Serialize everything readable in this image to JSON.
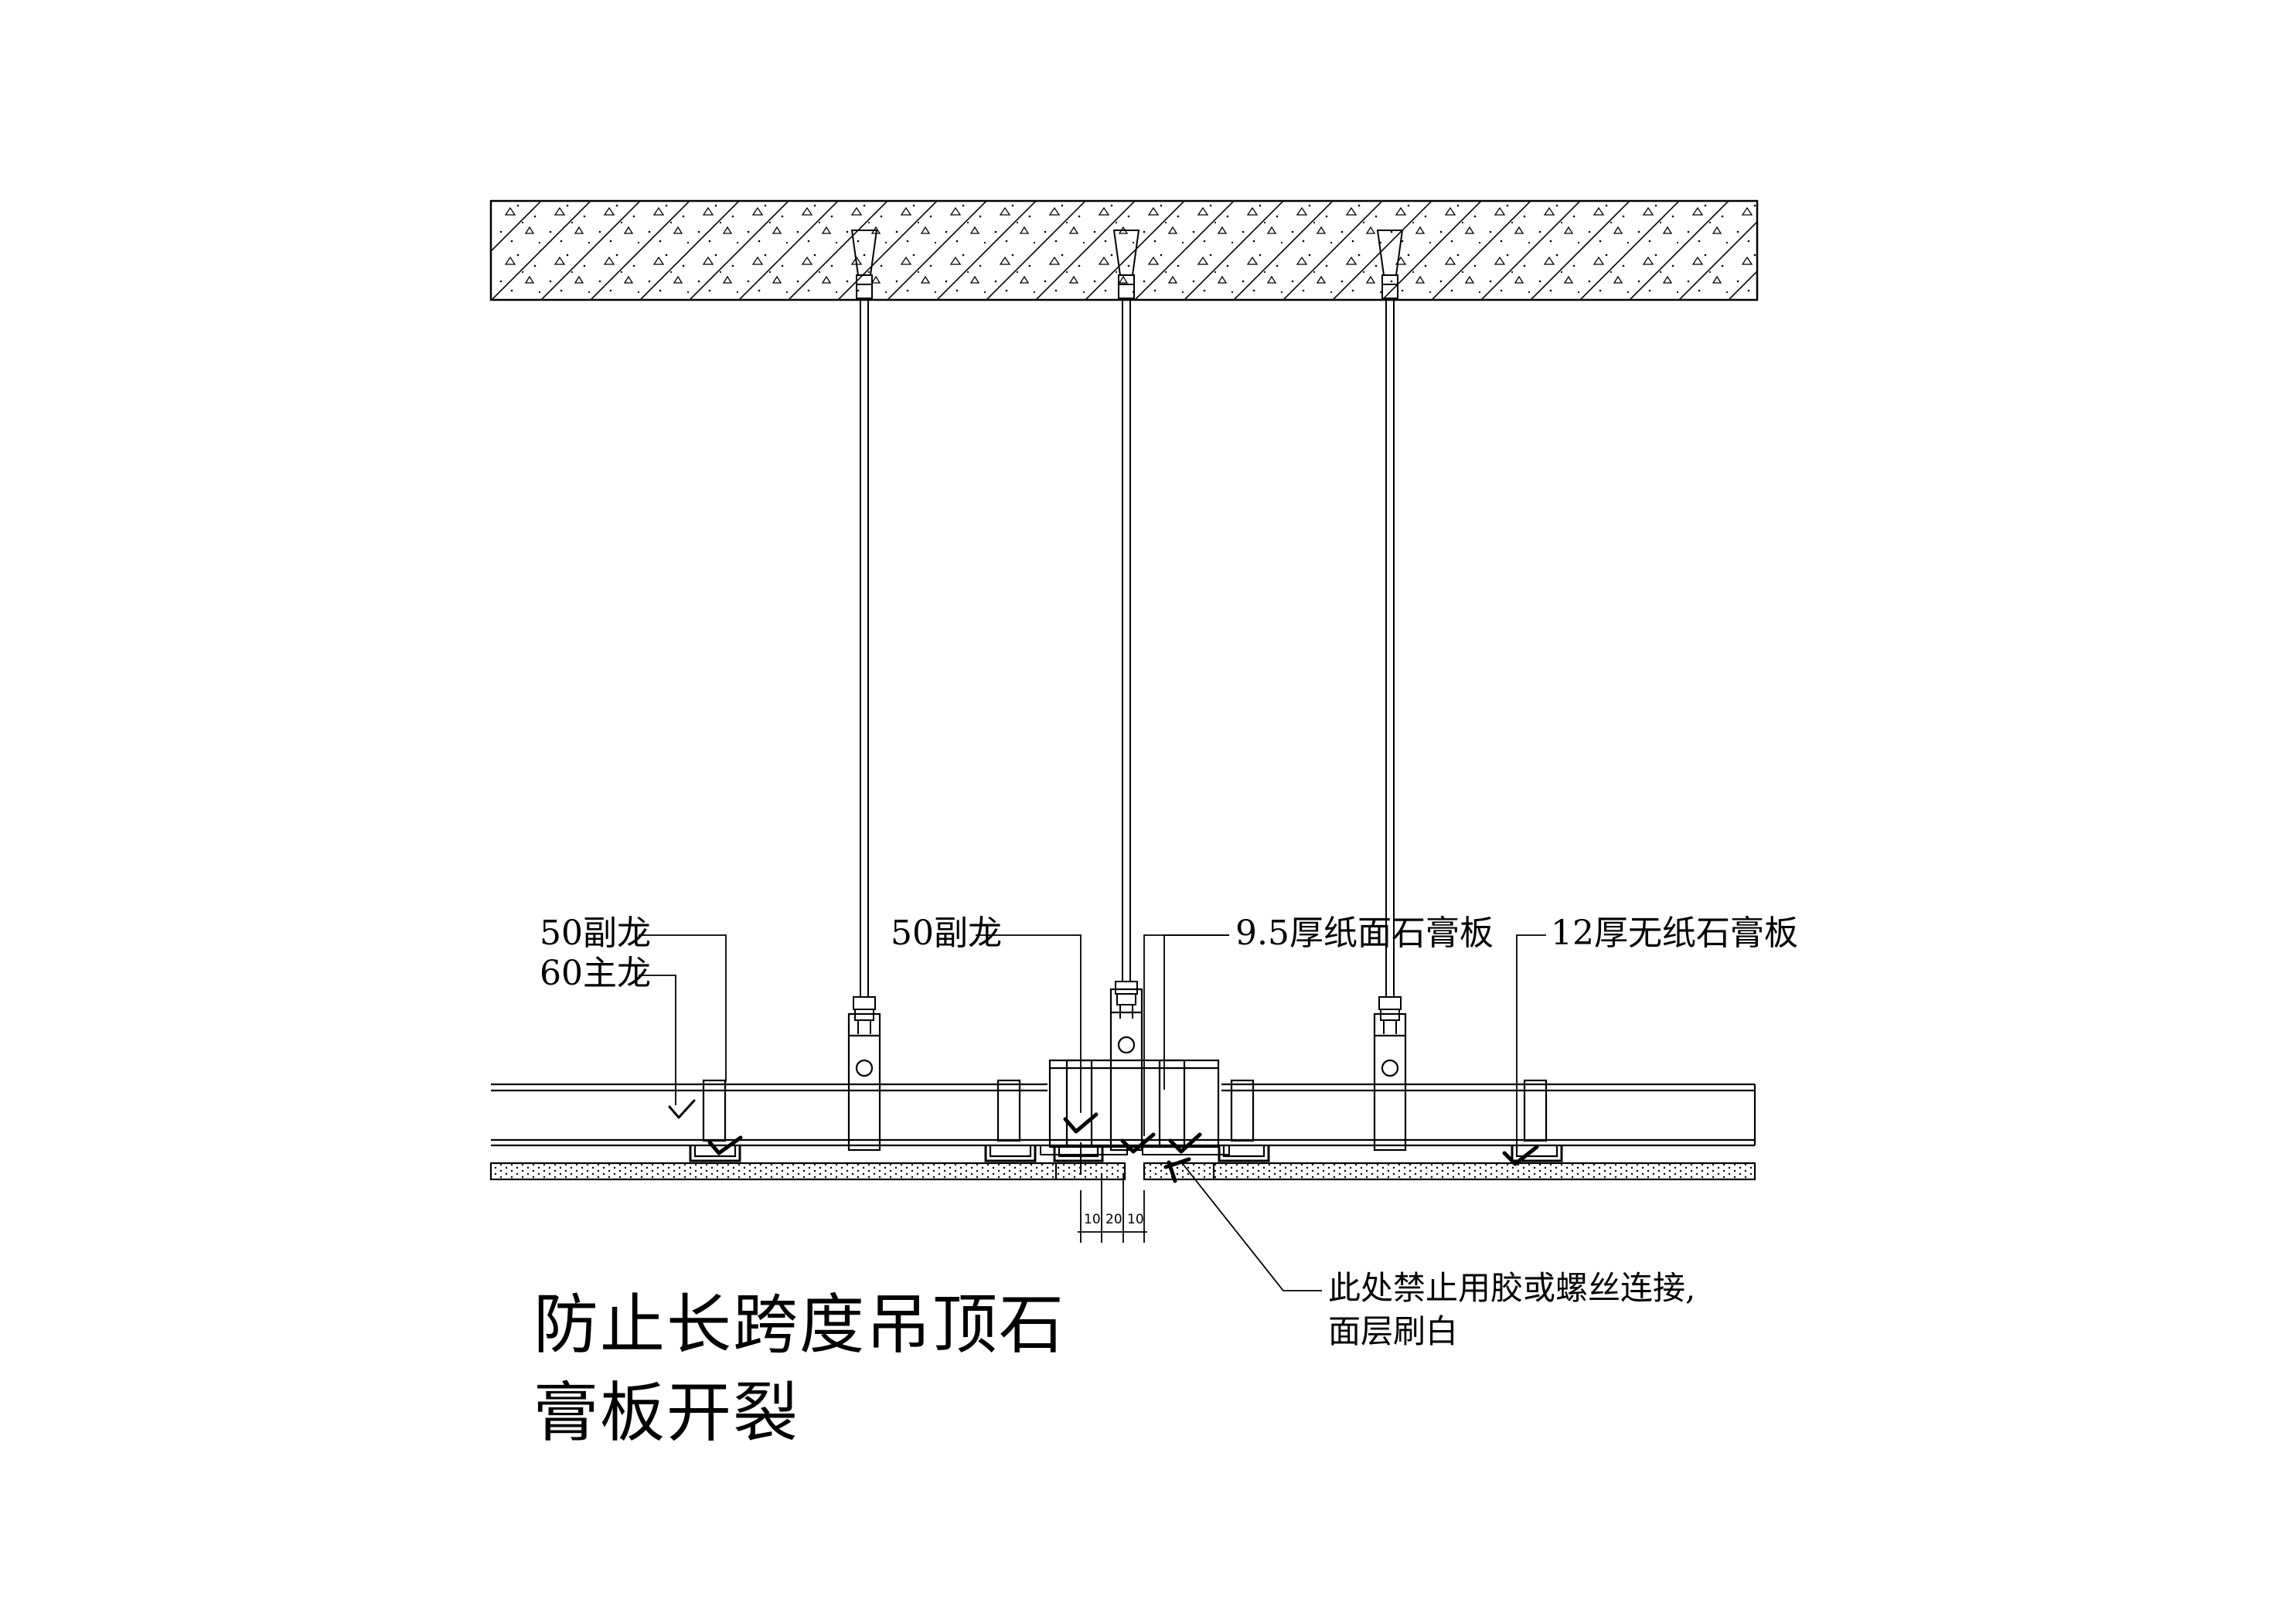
{
  "labels": {
    "left_sub_keel": "50副龙",
    "left_main_keel": "60主龙",
    "mid_sub_keel": "50副龙",
    "paper_gypsum_board": "9.5厚纸面石膏板",
    "paperless_gypsum_board": "12厚无纸石膏板"
  },
  "dimensions": {
    "left": "10",
    "middle": "20",
    "right": "10"
  },
  "note": {
    "line1": "此处禁止用胶或螺丝连接,",
    "line2": "面层刷白"
  },
  "title": {
    "line1": "防止长跨度吊顶石",
    "line2": "膏板开裂"
  },
  "colors": {
    "line": "#000000",
    "background": "#ffffff",
    "hatch": "#000000"
  }
}
